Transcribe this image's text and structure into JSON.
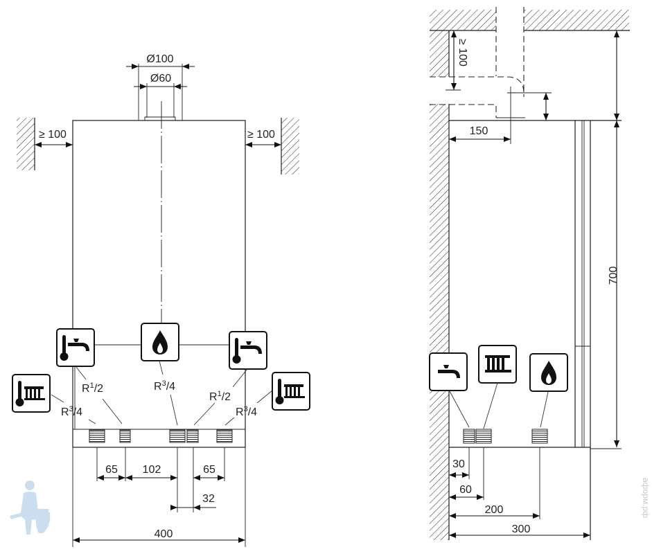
{
  "figure": {
    "type": "boiler installation dimension drawing",
    "units": "mm"
  },
  "front_view": {
    "flue": {
      "outer_diameter_label": "Ø100",
      "inner_diameter_label": "Ø60"
    },
    "clearances": {
      "left_label": "≥ 100",
      "right_label": "≥ 100"
    },
    "connections": [
      {
        "id": "heating-return",
        "icon": "radiator-thermometer-icon",
        "thread": "R",
        "fraction_num": "3",
        "fraction_den": "4"
      },
      {
        "id": "cold-water",
        "icon": "hot-water-tap-icon",
        "thread": "R",
        "fraction_num": "1",
        "fraction_den": "2"
      },
      {
        "id": "gas",
        "icon": "gas-flame-icon",
        "thread": "R",
        "fraction_num": "3",
        "fraction_den": "4"
      },
      {
        "id": "hot-water",
        "icon": "hot-water-tap-icon",
        "thread": "R",
        "fraction_num": "1",
        "fraction_den": "2"
      },
      {
        "id": "heating-flow",
        "icon": "radiator-thermometer-icon",
        "thread": "R",
        "fraction_num": "3",
        "fraction_den": "4"
      }
    ],
    "dimensions": {
      "d1": "65",
      "d2": "102",
      "d3": "65",
      "d4": "32",
      "width": "400"
    }
  },
  "side_view": {
    "ceiling_clearance_label": "≥ 100",
    "flue_offset_label": "150",
    "height_label": "700",
    "dimensions": {
      "d30": "30",
      "d60": "60",
      "d200": "200",
      "depth": "300"
    },
    "connections": [
      {
        "id": "water",
        "icon": "tap-icon"
      },
      {
        "id": "heating",
        "icon": "radiator-icon"
      },
      {
        "id": "gas",
        "icon": "gas-flame-icon"
      }
    ]
  },
  "watermark": {
    "text": "аформ.рф"
  }
}
